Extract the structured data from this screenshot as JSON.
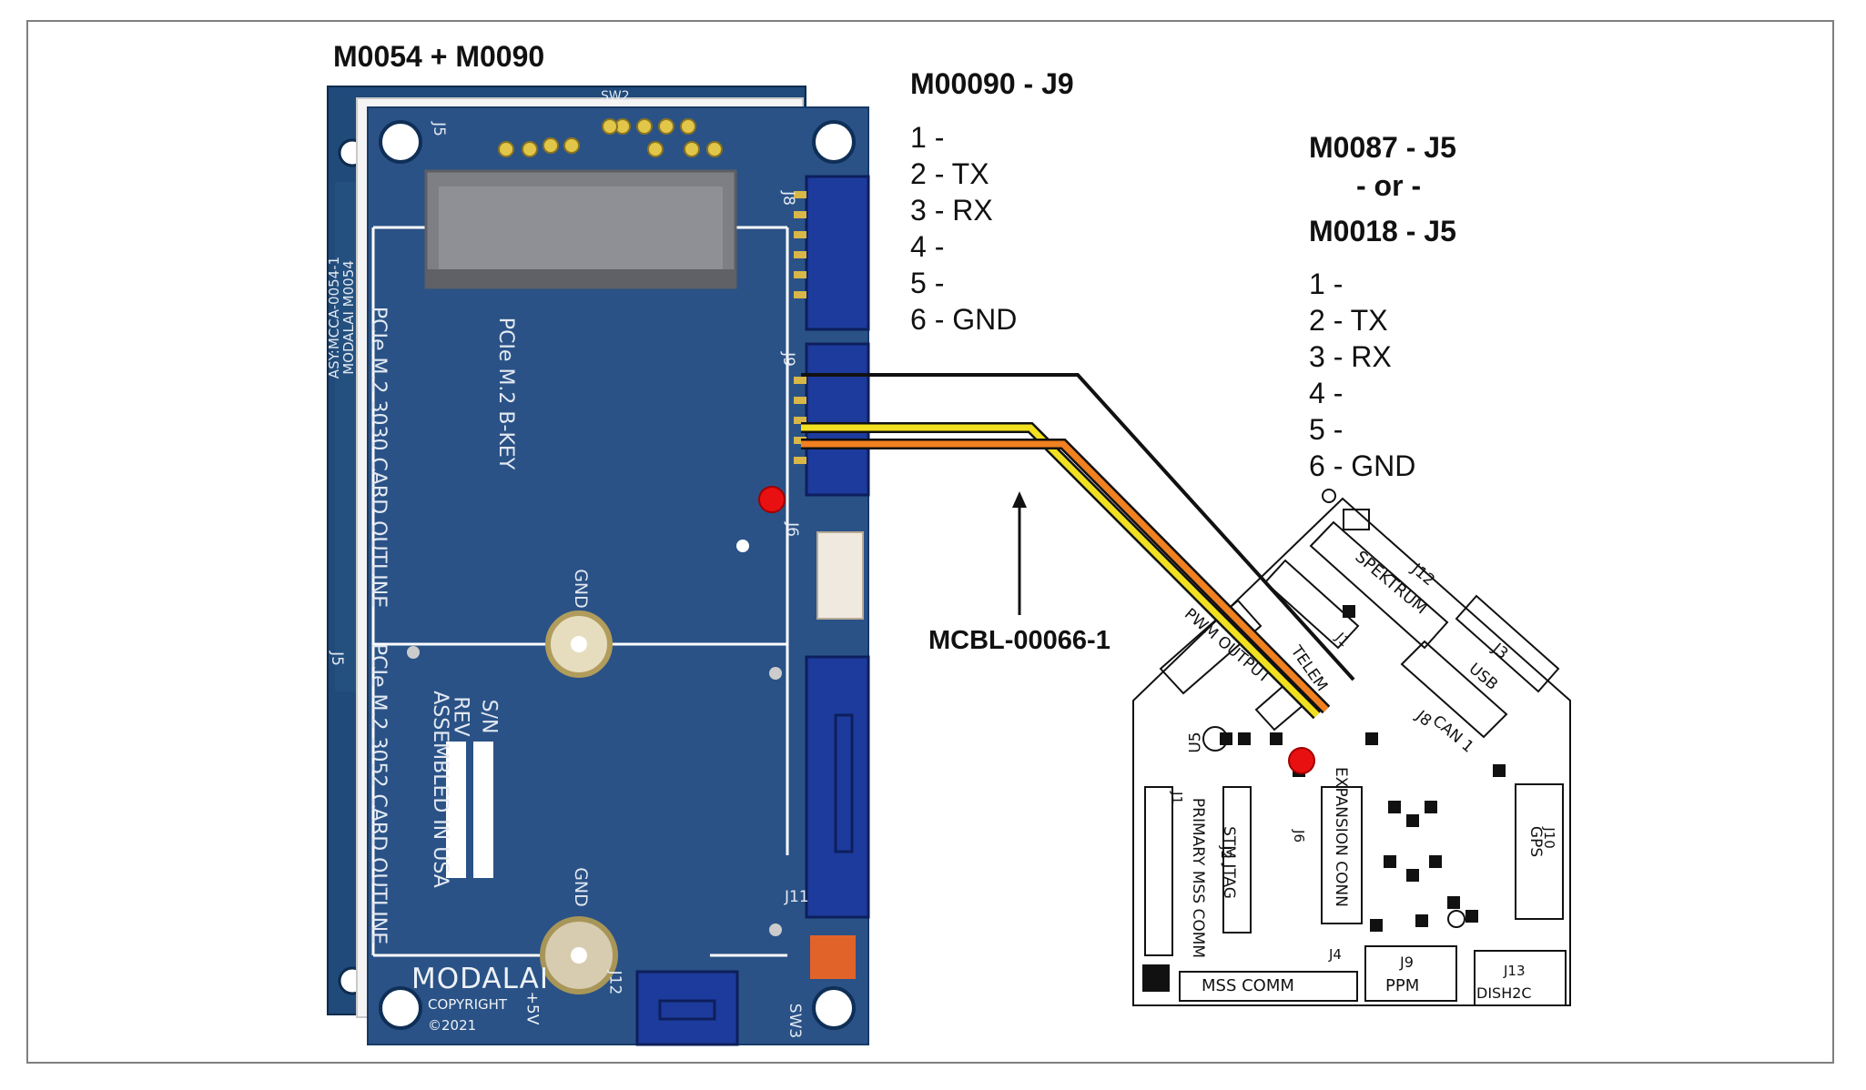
{
  "titles": {
    "stack": "M0054 + M0090",
    "left_connector": "M00090 - J9",
    "right_connector_1": "M0087 - J5",
    "right_connector_or": "- or -",
    "right_connector_2": "M0018 - J5",
    "cable": "MCBL-00066-1"
  },
  "left_pins": [
    "1 -",
    "2 - TX",
    "3 - RX",
    "4 -",
    "5 -",
    "6 - GND"
  ],
  "right_pins": [
    "1 -",
    "2 - TX",
    "3 - RX",
    "4 -",
    "5 -",
    "6 - GND"
  ],
  "board_left": {
    "back_silk": [
      "ASY:MCCA-0054-1",
      "MODALAI M0054"
    ],
    "rotated_labels": [
      "PCIe M.2 3030 CARD OUTLINE",
      "PCIe M.2 B-KEY",
      "PCIe M.2 3052 CARD OUTLINE",
      "S/N",
      "REV",
      "ASSEMBLED IN USA"
    ],
    "refdes": [
      "J5",
      "J8",
      "J9",
      "J6",
      "J11",
      "J12",
      "SW3",
      "SW2",
      "GND",
      "GND",
      "J5"
    ],
    "brand": "MODALAI",
    "copyright": "COPYRIGHT",
    "year": "©2021",
    "power": "+5V"
  },
  "board_right": {
    "labels": [
      "SPEKTRUM",
      "J12",
      "USB",
      "J3",
      "CAN 1",
      "J8",
      "PWM OUTPUT",
      "TELEM",
      "J1",
      "U5",
      "PRIMARY MSS COMM",
      "J1",
      "STM JTAG",
      "J2",
      "EXPANSION CONN",
      "J6",
      "J10",
      "GPS",
      "J4",
      "MSS COMM",
      "J9",
      "PPM",
      "J13",
      "DISH2C"
    ]
  },
  "wire_colors": {
    "gnd": "#111111",
    "tx": "#f0e020",
    "rx": "#f08020",
    "marker": "#e81010"
  }
}
